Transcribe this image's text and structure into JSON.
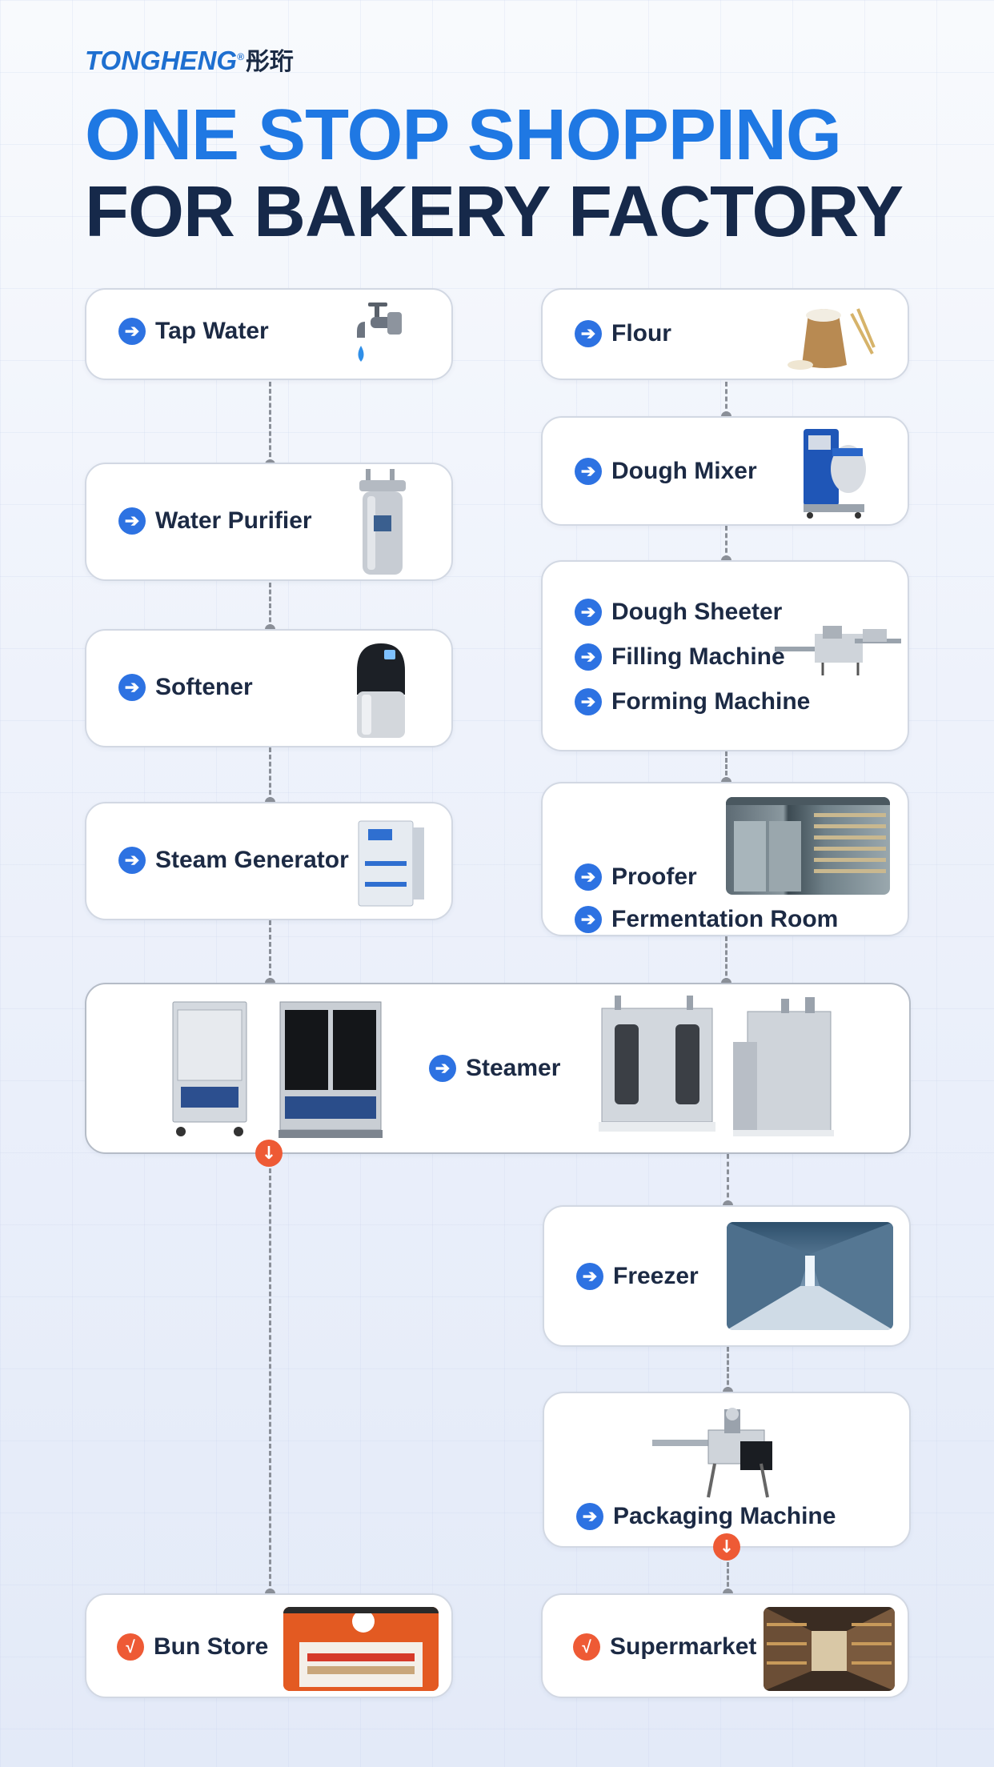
{
  "logo": {
    "brand": "TONGHENG",
    "cn": "彤珩"
  },
  "title": {
    "line1": "ONE STOP SHOPPING",
    "line2": "FOR BAKERY FACTORY"
  },
  "colors": {
    "accent_blue": "#1f78e3",
    "dark_navy": "#16294a",
    "arrow_blue": "#2d72e2",
    "end_orange": "#ee5a35"
  },
  "left_column": [
    {
      "label": "Tap Water",
      "icon": "faucet-icon"
    },
    {
      "label": "Water Purifier",
      "icon": "water-purifier-icon"
    },
    {
      "label": "Softener",
      "icon": "softener-icon"
    },
    {
      "label": "Steam Generator",
      "icon": "steam-generator-icon"
    }
  ],
  "right_column": [
    {
      "label": "Flour",
      "icon": "flour-sack-icon"
    },
    {
      "label": "Dough Mixer",
      "icon": "dough-mixer-icon"
    },
    {
      "labels": [
        "Dough Sheeter",
        "Filling Machine",
        "Forming Machine"
      ],
      "icon": "forming-machine-icon"
    },
    {
      "labels": [
        "Proofer",
        "Fermentation Room"
      ],
      "icon": "proofer-room-photo"
    }
  ],
  "center": {
    "label": "Steamer",
    "icon": "steamer-icon"
  },
  "after_steamer": [
    {
      "label": "Freezer",
      "icon": "freezer-warehouse-photo"
    },
    {
      "label": "Packaging Machine",
      "icon": "packaging-machine-icon"
    }
  ],
  "endpoints": [
    {
      "label": "Bun Store",
      "icon": "bun-store-photo"
    },
    {
      "label": "Supermarket",
      "icon": "supermarket-photo"
    }
  ],
  "glyphs": {
    "arrow": "➔",
    "check": "√",
    "down": "↓"
  }
}
